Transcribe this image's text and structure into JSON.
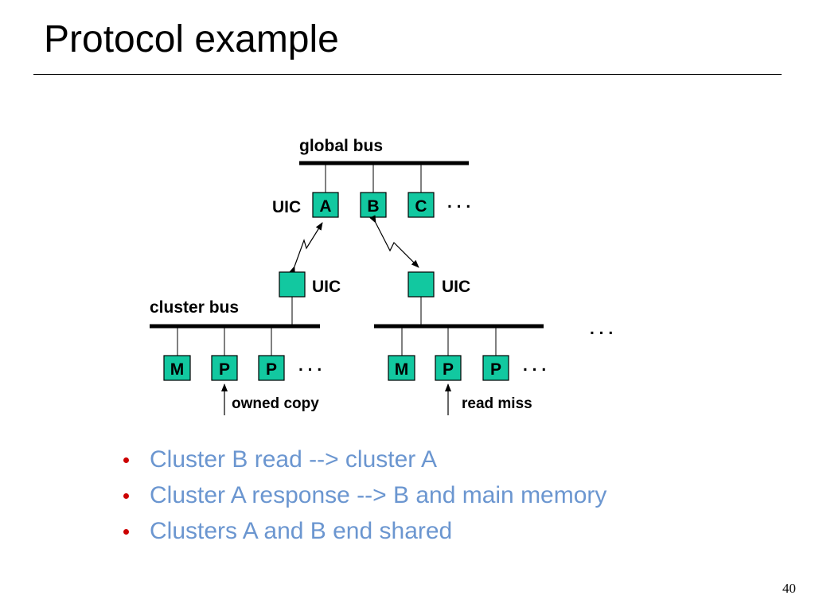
{
  "slide": {
    "title": "Protocol example",
    "page_number": "40"
  },
  "diagram": {
    "global_bus_label": "global bus",
    "cluster_bus_label": "cluster bus",
    "uic_top_label": "UIC",
    "uic_left_label": "UIC",
    "uic_right_label": "UIC",
    "nodes": {
      "a": "A",
      "b": "B",
      "c": "C"
    },
    "left_cluster": [
      "M",
      "P",
      "P"
    ],
    "right_cluster": [
      "M",
      "P",
      "P"
    ],
    "ellipsis": ". . .",
    "owned_copy_label": "owned copy",
    "read_miss_label": "read miss"
  },
  "bullets": [
    "Cluster B read --> cluster A",
    "Cluster A response --> B and main memory",
    "Clusters A and B end shared"
  ],
  "colors": {
    "node_fill": "#12c8a0",
    "bullet_text": "#6b96d0",
    "bullet_dot": "#cc0000",
    "line": "#000000"
  }
}
